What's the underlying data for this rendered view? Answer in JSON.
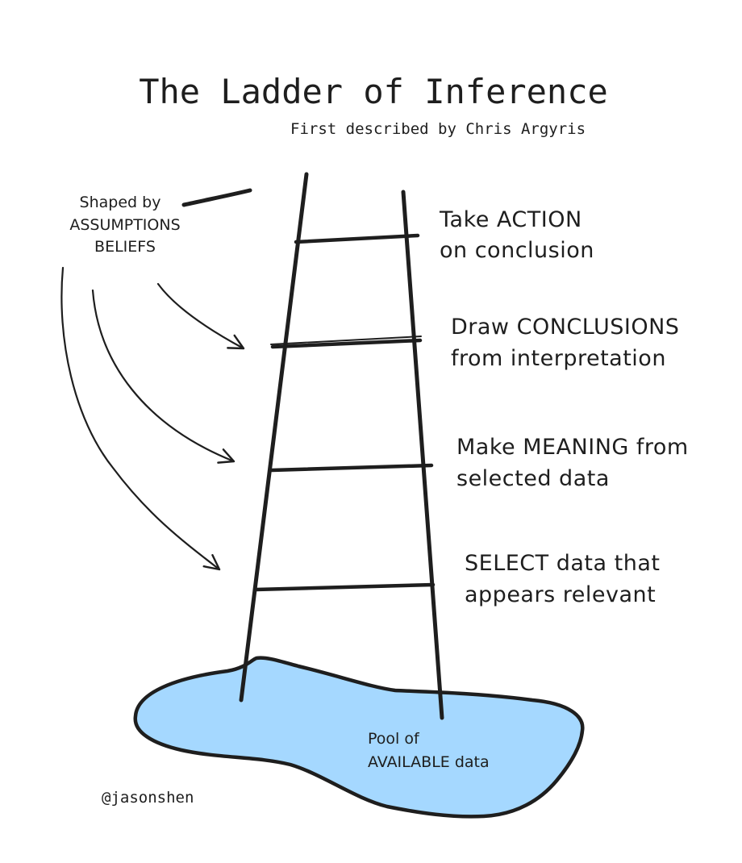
{
  "title": "The Ladder of Inference",
  "subtitle": "First described by Chris Argyris",
  "influence": {
    "line1": "Shaped by",
    "line2": "ASSUMPTIONS",
    "line3": "BELIEFS"
  },
  "rungs": [
    {
      "line1": "Take ACTION",
      "line2": "on conclusion"
    },
    {
      "line1": "Draw CONCLUSIONS",
      "line2": "from interpretation"
    },
    {
      "line1": "Make MEANING from",
      "line2": "selected data"
    },
    {
      "line1": "SELECT data that",
      "line2": "appears relevant"
    }
  ],
  "pool": {
    "line1": "Pool of",
    "line2": "AVAILABLE data"
  },
  "credit": "@jasonshen",
  "colors": {
    "ink": "#1e1e1e",
    "pool_fill": "#a5d8ff"
  }
}
